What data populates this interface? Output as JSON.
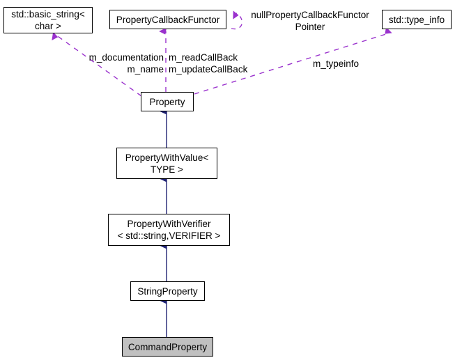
{
  "diagram": {
    "type": "uml-class-inheritance-collaboration",
    "title": "CommandProperty collaboration diagram",
    "colors": {
      "node_border": "#000000",
      "node_fill": "#ffffff",
      "highlight_fill": "#c0c0c0",
      "inheritance_edge": "#1f2272",
      "association_edge": "#9a32cd",
      "text": "#000000"
    },
    "nodes": [
      {
        "id": "basic_string",
        "label": "std::basic_string<\nchar >",
        "highlighted": false
      },
      {
        "id": "callback_functor",
        "label": "PropertyCallbackFunctor",
        "highlighted": false
      },
      {
        "id": "type_info",
        "label": "std::type_info",
        "highlighted": false
      },
      {
        "id": "property",
        "label": "Property",
        "highlighted": false
      },
      {
        "id": "property_with_value",
        "label": "PropertyWithValue<\nTYPE >",
        "highlighted": false
      },
      {
        "id": "property_with_verifier",
        "label": "PropertyWithVerifier\n< std::string,VERIFIER >",
        "highlighted": false
      },
      {
        "id": "string_property",
        "label": "StringProperty",
        "highlighted": false
      },
      {
        "id": "command_property",
        "label": "CommandProperty",
        "highlighted": true
      }
    ],
    "edge_labels": [
      {
        "id": "doc_name",
        "text": "m_documentation\nm_name",
        "from": "property",
        "to": "basic_string",
        "kind": "association"
      },
      {
        "id": "callbacks",
        "text": "m_readCallBack\nm_updateCallBack",
        "from": "property",
        "to": "callback_functor",
        "kind": "association"
      },
      {
        "id": "null_pointer",
        "text": "nullPropertyCallbackFunctor\nPointer",
        "from": "callback_functor",
        "to": "callback_functor",
        "kind": "association-self"
      },
      {
        "id": "typeinfo",
        "text": "m_typeinfo",
        "from": "property",
        "to": "type_info",
        "kind": "association"
      }
    ],
    "inheritance_edges": [
      {
        "from": "property_with_value",
        "to": "property"
      },
      {
        "from": "property_with_verifier",
        "to": "property_with_value"
      },
      {
        "from": "string_property",
        "to": "property_with_verifier"
      },
      {
        "from": "command_property",
        "to": "string_property"
      }
    ]
  }
}
